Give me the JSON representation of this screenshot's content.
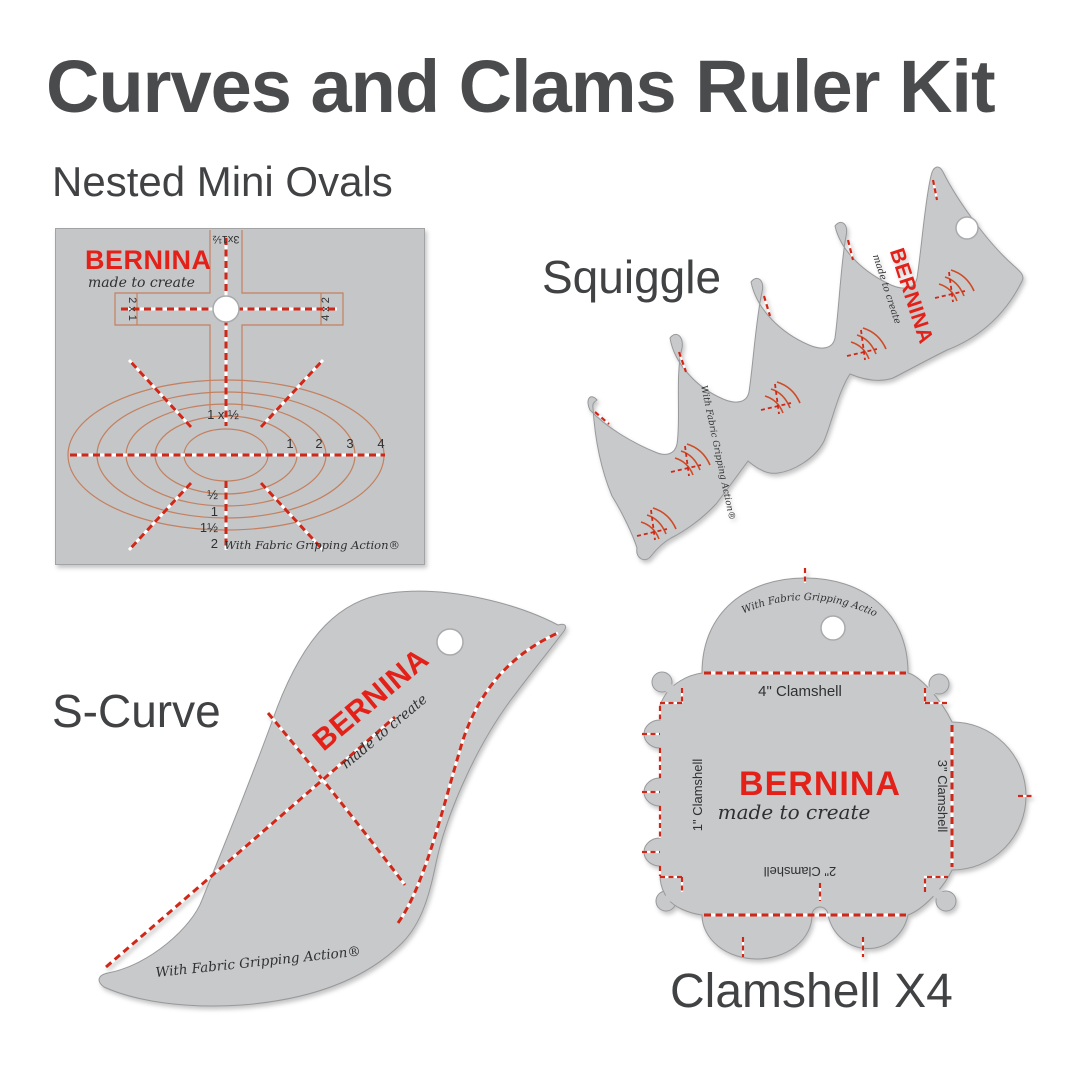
{
  "page": {
    "title": "Curves and Clams Ruler Kit"
  },
  "brand": {
    "name": "BERNINA",
    "tagline": "made to create",
    "gripping": "With Fabric Gripping Action®",
    "logo_color": "#e32119"
  },
  "colors": {
    "ruler_gray": "#c8c9cb",
    "dash_red": "#d02818",
    "guide_tan": "#c4805f",
    "title_gray": "#4a4b4d"
  },
  "rulers": {
    "ovals": {
      "label": "Nested Mini Ovals",
      "top_mark": "3x1½",
      "left_mark": "2 x 1",
      "right_mark": "4 x 2",
      "center_mark": "1 x ½",
      "h_scale": [
        "1",
        "2",
        "3",
        "4"
      ],
      "v_scale": [
        "½",
        "1",
        "1½",
        "2"
      ]
    },
    "squiggle": {
      "label": "Squiggle"
    },
    "scurve": {
      "label": "S-Curve"
    },
    "clamshell": {
      "label": "Clamshell X4",
      "top_mark": "4\" Clamshell",
      "left_mark": "1\" Clamshell",
      "right_mark": "3\" Clamshell",
      "bottom_mark": "2\" Clamshell"
    }
  }
}
